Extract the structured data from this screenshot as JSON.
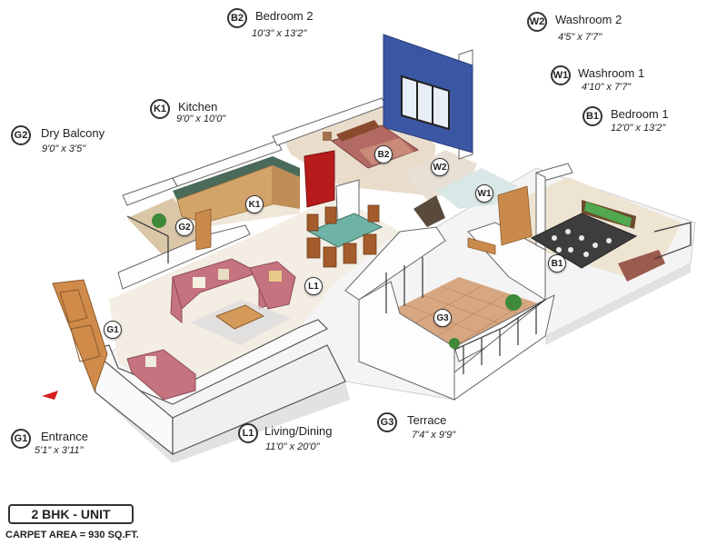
{
  "rooms": [
    {
      "code": "B2",
      "name": "Bedroom 2",
      "dims": "10'3\" x 13'2\""
    },
    {
      "code": "W2",
      "name": "Washroom 2",
      "dims": "4'5\" x 7'7\""
    },
    {
      "code": "W1",
      "name": "Washroom 1",
      "dims": "4'10\" x 7'7\""
    },
    {
      "code": "B1",
      "name": "Bedroom 1",
      "dims": "12'0\" x 13'2\""
    },
    {
      "code": "K1",
      "name": "Kitchen",
      "dims": "9'0\" x 10'0\""
    },
    {
      "code": "G2",
      "name": "Dry Balcony",
      "dims": "9'0\" x 3'5\""
    },
    {
      "code": "G1",
      "name": "Entrance",
      "dims": "5'1\" x 3'11\""
    },
    {
      "code": "L1",
      "name": "Living/Dining",
      "dims": "11'0\" x 20'0\""
    },
    {
      "code": "G3",
      "name": "Terrace",
      "dims": "7'4\" x 9'9\""
    }
  ],
  "unit_type": "2 BHK - UNIT",
  "carpet_area": "CARPET AREA = 930 SQ.FT.",
  "colors": {
    "accent_wall": "#3b57a4",
    "sofa": "#c4737f",
    "fridge": "#b81b1b",
    "entrance_arrow": "#d62020",
    "wood": "#c98a4b",
    "floor": "#f2ece2"
  }
}
